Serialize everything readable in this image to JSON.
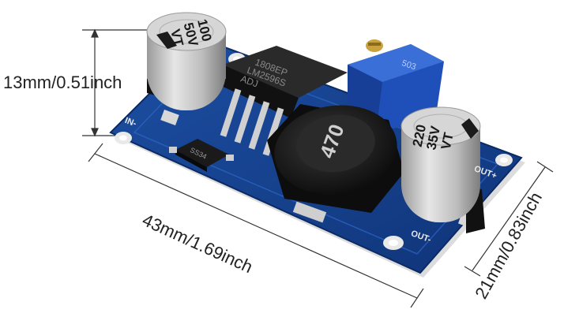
{
  "dimensions": {
    "height": "13mm/0.51inch",
    "length": "43mm/1.69inch",
    "width": "21mm/0.83inch"
  },
  "board": {
    "pin_in_minus": "IN-",
    "pin_out_plus": "OUT+",
    "pin_out_minus": "OUT-"
  },
  "components": {
    "input_capacitor": {
      "line1": "100",
      "line2": "50V",
      "line3": "VT"
    },
    "output_capacitor": {
      "line1": "220",
      "line2": "35V",
      "line3": "VT"
    },
    "regulator_chip": {
      "line1": "1808EP",
      "line2": "LM2596S",
      "line3": "ADJ"
    },
    "inductor": "470",
    "diode": "SS34",
    "trimpot": "503"
  },
  "colors": {
    "pcb": "#143f8c",
    "pcb_edge": "#0b2a63",
    "capacitor": "#c9c9c9",
    "component_black": "#1a1a1a",
    "trimpot": "#1f4fb8",
    "dimension_line": "#333333"
  }
}
